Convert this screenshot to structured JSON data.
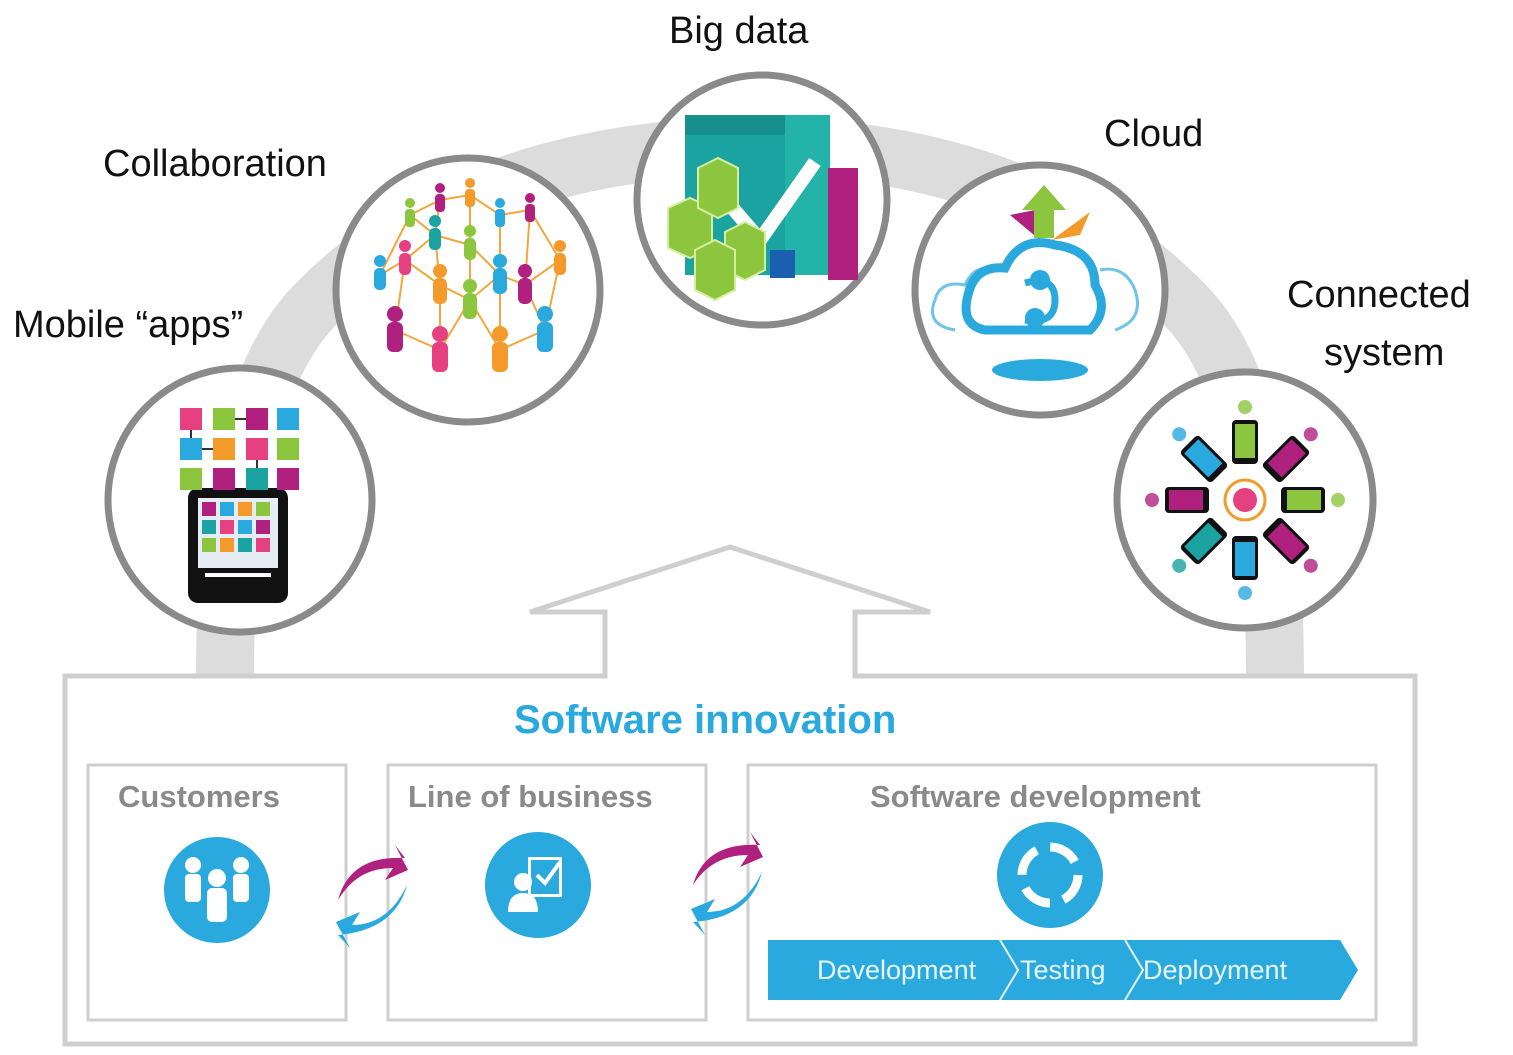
{
  "labels": {
    "mobile_apps": "Mobile “apps”",
    "collaboration": "Collaboration",
    "big_data": "Big data",
    "cloud": "Cloud",
    "connected_system_line1": "Connected",
    "connected_system_line2": "system"
  },
  "innovation": {
    "title": "Software innovation",
    "boxes": {
      "customers": "Customers",
      "line_of_business": "Line of business",
      "software_development": "Software development"
    },
    "pipeline": [
      "Development",
      "Testing",
      "Deployment"
    ]
  },
  "colors": {
    "accent_blue": "#29a9de",
    "magenta": "#b0207f",
    "teal": "#1aa3a0",
    "green": "#8cc63f",
    "orange": "#f39a2b",
    "circle_border": "#8a8a8a",
    "arc_gray": "#dcdcdc",
    "frame_gray": "#cccccc"
  },
  "icons": {
    "mobile": "mobile-apps-icon",
    "collaboration": "people-network-icon",
    "big_data": "cubes-chart-icon",
    "cloud": "cloud-icon",
    "connected": "connected-devices-icon",
    "customers": "people-group-icon",
    "line_of_business": "person-document-icon",
    "software_development": "cycle-arrows-icon",
    "exchange": "exchange-arrows-icon"
  }
}
